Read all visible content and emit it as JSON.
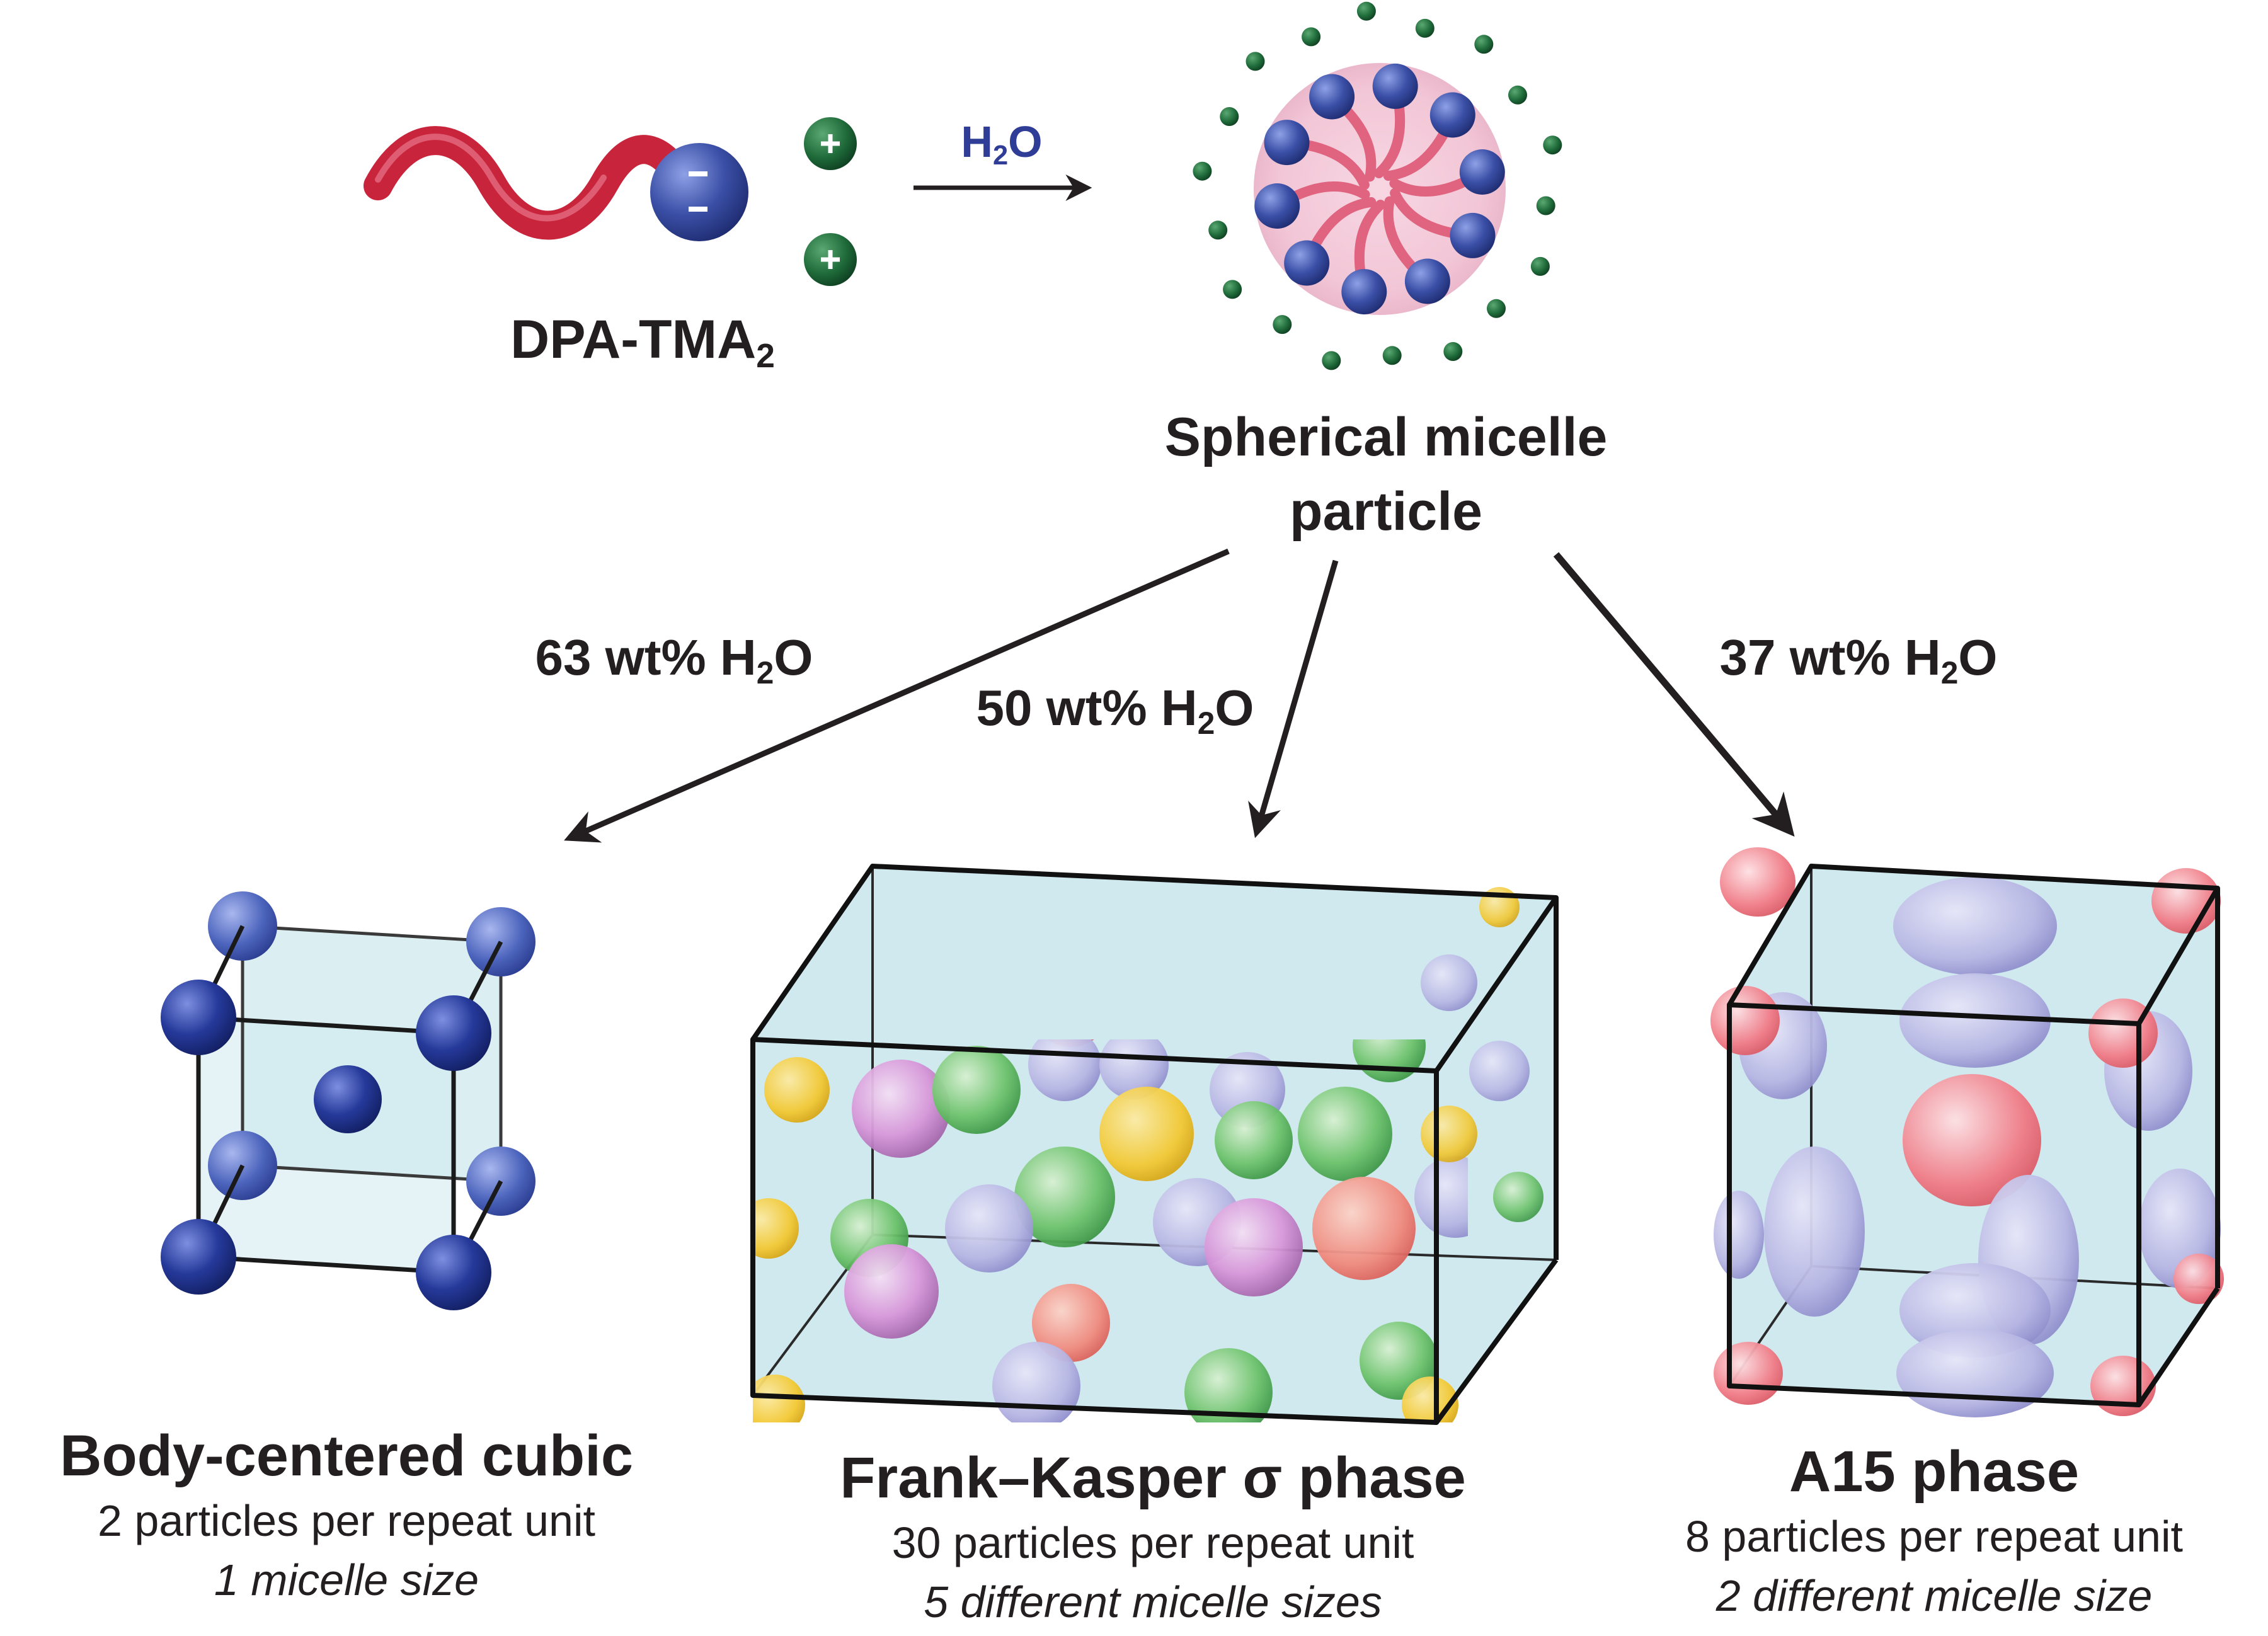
{
  "molecule": {
    "name": "DPA-TMA",
    "name_subscript": "2",
    "head_charge": "– –",
    "counterion_charge": "+"
  },
  "reaction": {
    "reagent": "H",
    "reagent_subscript": "2",
    "reagent_suffix": "O"
  },
  "micelle": {
    "label_line1": "Spherical micelle",
    "label_line2": "particle"
  },
  "conditions": [
    {
      "prefix": "63 wt% H",
      "subscript": "2",
      "suffix": "O"
    },
    {
      "prefix": "50 wt% H",
      "subscript": "2",
      "suffix": "O"
    },
    {
      "prefix": "37 wt% H",
      "subscript": "2",
      "suffix": "O"
    }
  ],
  "phases": [
    {
      "title": "Body-centered cubic",
      "line1": "2 particles per repeat unit",
      "line2": "1 micelle size"
    },
    {
      "title": "Frank–Kasper σ phase",
      "line1": "30 particles per repeat unit",
      "line2": "5 different micelle sizes"
    },
    {
      "title": "A15 phase",
      "line1": "8 particles per repeat unit",
      "line2": "2 different micelle size"
    }
  ],
  "colors": {
    "tail": "#c8243c",
    "head": "#3a4fa6",
    "counterion": "#1f6b3a",
    "micelle_core": "#f2c6d6",
    "cell_fill": "#cfe9ef",
    "purple": "#b6b5e3",
    "green": "#6cc26b",
    "pink": "#f08a7e",
    "yellow": "#f2c832",
    "magenta": "#d796d9",
    "a15_pink": "#f07b86",
    "bcc_corner": "#25399a",
    "bcc_back": "#4d65bd"
  }
}
